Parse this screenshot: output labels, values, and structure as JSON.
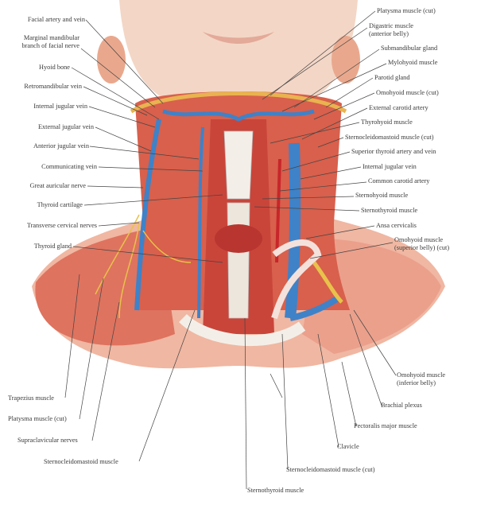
{
  "left_labels": [
    "Facial artery and vein",
    "Marginal mandibular\nbranch of facial nerve",
    "Hyoid bone",
    "Retromandibular vein",
    "Internal jugular vein",
    "External jugular vein",
    "Anterior jugular vein",
    "Communicating vein",
    "Great auricular nerve",
    "Thyroid cartilage",
    "Transverse cervical nerves",
    "Thyroid gland"
  ],
  "right_labels": [
    "Platysma muscle (cut)",
    "Digastric muscle\n(anterior belly)",
    "Submandibular gland",
    "Mylohyoid muscle",
    "Parotid gland",
    "Omohyoid muscle (cut)",
    "External carotid artery",
    "Thyrohyoid muscle",
    "Sternocleidomastoid muscle (cut)",
    "Superior thyroid artery and vein",
    "Internal jugular vein",
    "Common carotid artery",
    "Sternohyoid muscle",
    "Sternothyroid muscle",
    "Ansa cervicalis",
    "Omohyoid muscle\n(superior belly) (cut)"
  ],
  "bottom_labels": [
    "Trapezius muscle",
    "Platysma muscle (cut)",
    "Supraclavicular nerves",
    "Sternocleidomastoid muscle",
    "Sternothyroid muscle",
    "Sternocleidomastoid muscle (cut)",
    "Clavicle",
    "Pectoralis major muscle",
    "Brachial plexus",
    "Omohyoid muscle\n(inferior belly)"
  ],
  "colors": {
    "skin": "#f2d2bf",
    "muscle": "#d95a48",
    "vein": "#3f82c8",
    "artery": "#c8262a",
    "nerve": "#e8c24a",
    "bone": "#f1ece4"
  }
}
